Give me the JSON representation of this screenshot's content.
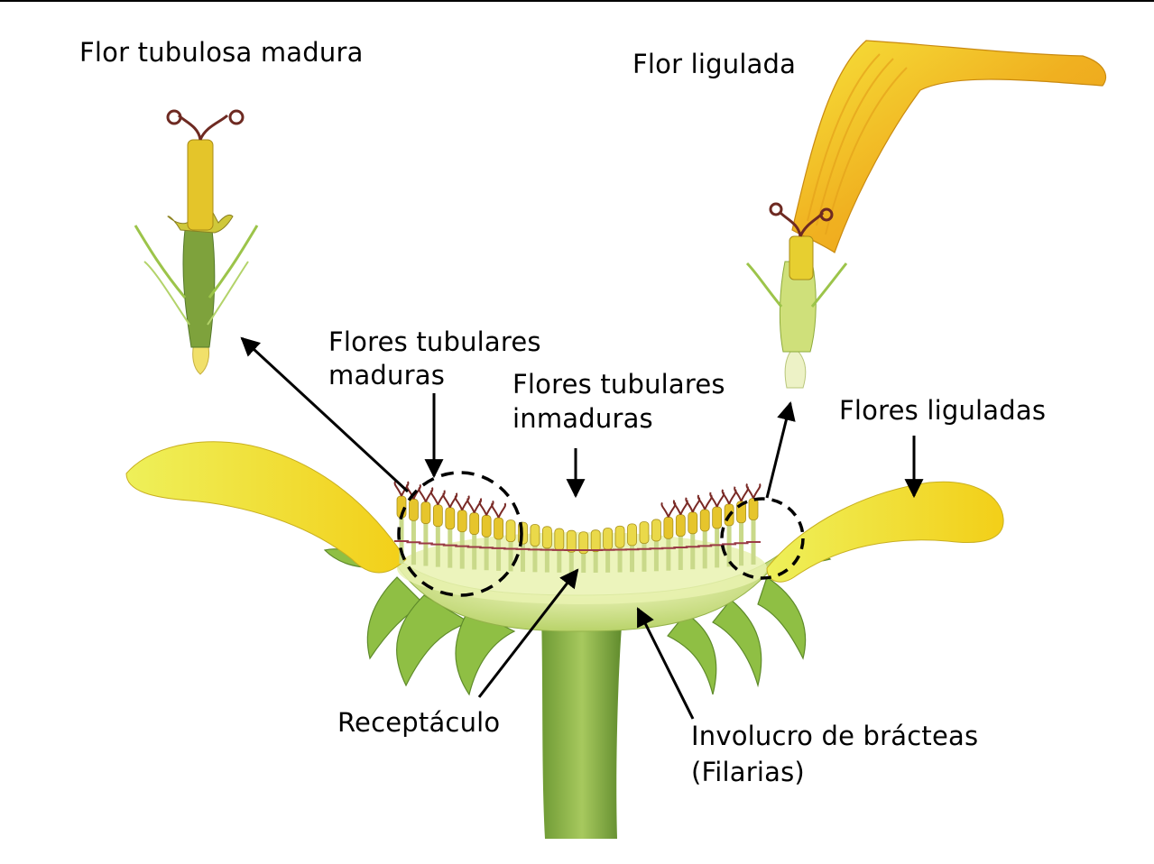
{
  "labels": {
    "flor_tubulosa_madura": "Flor tubulosa madura",
    "flor_ligulada": "Flor ligulada",
    "flores_tubulares_maduras_1": "Flores tubulares",
    "flores_tubulares_maduras_2": "maduras",
    "flores_tubulares_inmaduras_1": "Flores tubulares",
    "flores_tubulares_inmaduras_2": "inmaduras",
    "flores_liguladas": "Flores liguladas",
    "receptaculo": "Receptáculo",
    "involucro_1": "Involucro de brácteas",
    "involucro_2": "(Filarias)"
  },
  "colors": {
    "petal_yellow": "#f2d21a",
    "petal_orange": "#f0a81c",
    "stem_green": "#6f9a3a",
    "bract_green": "#9cc44a",
    "receptacle_light": "#e8f0a8",
    "stigma_red": "#7a2a26",
    "line": "#000000"
  }
}
